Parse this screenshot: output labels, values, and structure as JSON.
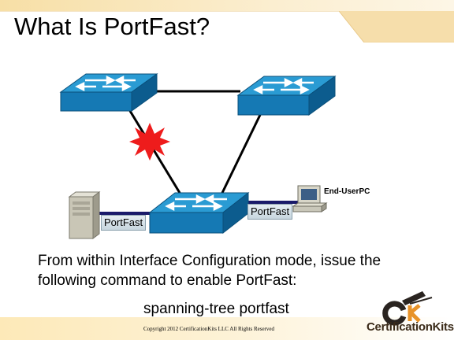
{
  "slide": {
    "title": "What Is PortFast?",
    "body_text": "From within Interface Configuration mode, issue the following command to enable PortFast:",
    "command": "spanning-tree portfast"
  },
  "diagram": {
    "port_labels": [
      "PortFast",
      "PortFast"
    ],
    "end_user_pc_label": "End-UserPC",
    "blocked_link_icon": "starburst-icon"
  },
  "footer": {
    "copyright": "Copyright 2012 CertificationKits LLC  All Rights Reserved",
    "logo_text": "CertificationKits"
  },
  "colors": {
    "switch_top": "#2a9bd3",
    "switch_side": "#0f6aa0",
    "burst": "#ee1c1c",
    "header_bar": "#f7dfa6"
  }
}
